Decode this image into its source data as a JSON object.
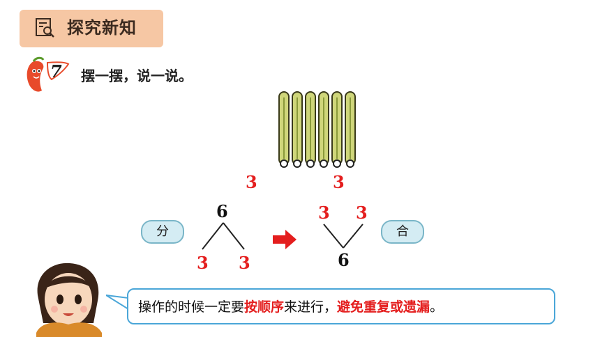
{
  "header": {
    "title": "探究新知",
    "icon": "magnifier-document-icon"
  },
  "problem": {
    "number": "7",
    "prompt": "摆一摆，说一说。"
  },
  "sticks": {
    "count": 6
  },
  "split": {
    "top_left": "3",
    "top_right": "3",
    "left_tree": {
      "parent": "6",
      "children": [
        "3",
        "3"
      ]
    },
    "right_tree": {
      "parent": "6",
      "children": [
        "3",
        "3"
      ]
    }
  },
  "buttons": {
    "split_label": "分",
    "combine_label": "合"
  },
  "tip": {
    "part1": "操作的时候一定要",
    "part2": "按顺序",
    "part3": "来进行，",
    "part4": "避免重复或遗漏",
    "part5": "。"
  },
  "colors": {
    "accent_red": "#e41e1e",
    "tab_bg": "#f6c7a4",
    "pill_bg": "#d4ecf3",
    "bubble_border": "#4aa6d8"
  }
}
